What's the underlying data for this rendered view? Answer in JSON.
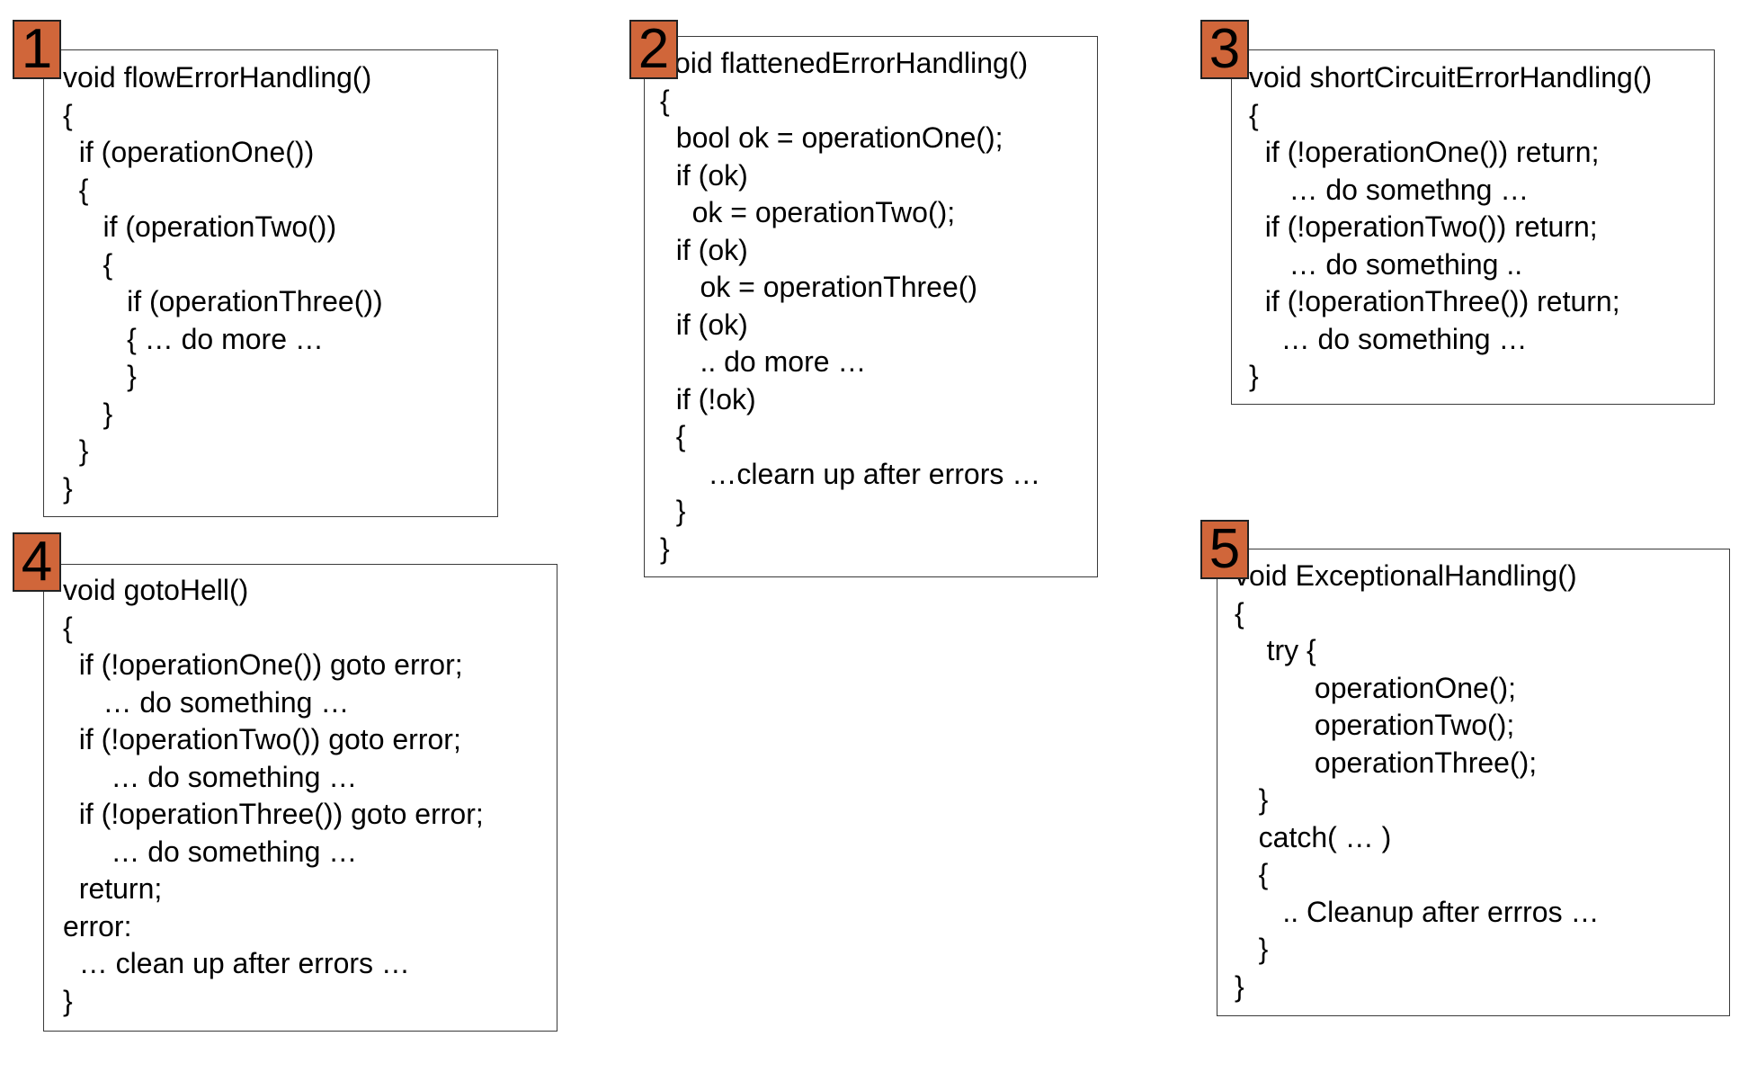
{
  "panels": [
    {
      "number": "1",
      "lines": [
        "void flowErrorHandling()",
        "{",
        "  if (operationOne())",
        "  {",
        "     if (operationTwo())",
        "     {",
        "        if (operationThree())",
        "        { … do more …",
        "        }",
        "     }",
        "  }",
        "}"
      ]
    },
    {
      "number": "2",
      "lines": [
        "void flattenedErrorHandling()",
        "{",
        "  bool ok = operationOne();",
        "  if (ok)",
        "    ok = operationTwo();",
        "  if (ok)",
        "     ok = operationThree()",
        "  if (ok)",
        "     .. do more …",
        "  if (!ok)",
        "  {",
        "      …clearn up after errors …",
        "  }",
        "}"
      ]
    },
    {
      "number": "3",
      "lines": [
        "void shortCircuitErrorHandling()",
        "{",
        "  if (!operationOne()) return;",
        "     … do somethng …",
        "  if (!operationTwo()) return;",
        "     … do something ..",
        "  if (!operationThree()) return;",
        "    … do something …",
        "}"
      ]
    },
    {
      "number": "4",
      "lines": [
        "void gotoHell()",
        "{",
        "  if (!operationOne()) goto error;",
        "     … do something …",
        "  if (!operationTwo()) goto error;",
        "      … do something …",
        "  if (!operationThree()) goto error;",
        "      … do something …",
        "  return;",
        "error:",
        "  … clean up after errors …",
        "}"
      ]
    },
    {
      "number": "5",
      "lines": [
        "void ExceptionalHandling()",
        "{",
        "    try {",
        "          operationOne();",
        "          operationTwo();",
        "          operationThree();",
        "   }",
        "   catch( … )",
        "   {",
        "      .. Cleanup after errros …",
        "   }",
        "}"
      ]
    }
  ],
  "colors": {
    "badge": "#d0663a",
    "border": "#3a3a3a",
    "text": "#000000"
  }
}
